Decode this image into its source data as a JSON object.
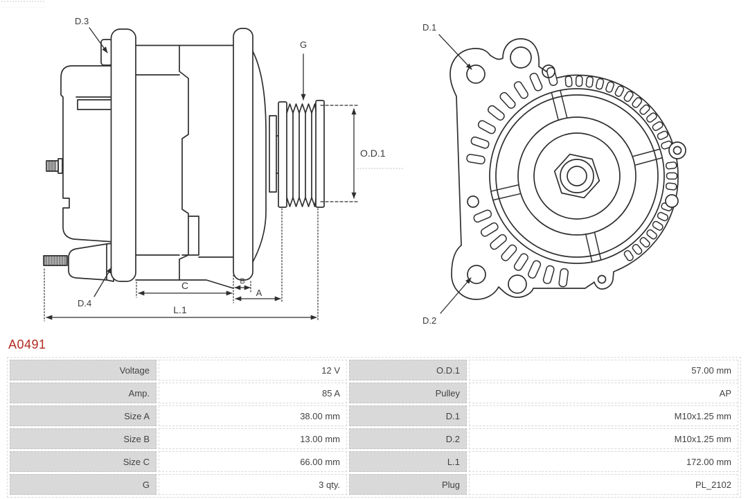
{
  "part_number": "A0491",
  "diagram": {
    "labels": {
      "d1": "D.1",
      "d2": "D.2",
      "d3": "D.3",
      "d4": "D.4",
      "g": "G",
      "od1": "O.D.1",
      "a": "A",
      "b": "B",
      "c": "C",
      "l1": "L.1"
    }
  },
  "specs": {
    "rows": [
      {
        "label_left": "Voltage",
        "value_left": "12 V",
        "label_right": "O.D.1",
        "value_right": "57.00 mm"
      },
      {
        "label_left": "Amp.",
        "value_left": "85 A",
        "label_right": "Pulley",
        "value_right": "AP"
      },
      {
        "label_left": "Size A",
        "value_left": "38.00 mm",
        "label_right": "D.1",
        "value_right": "M10x1.25 mm"
      },
      {
        "label_left": "Size B",
        "value_left": "13.00 mm",
        "label_right": "D.2",
        "value_right": "M10x1.25 mm"
      },
      {
        "label_left": "Size C",
        "value_left": "66.00 mm",
        "label_right": "L.1",
        "value_right": "172.00 mm"
      },
      {
        "label_left": "G",
        "value_left": "3 qty.",
        "label_right": "Plug",
        "value_right": "PL_2102"
      }
    ]
  },
  "colors": {
    "accent_red": "#b22a20",
    "line": "#2e2e2e",
    "label_cell_gray": "#d9d9d9"
  }
}
